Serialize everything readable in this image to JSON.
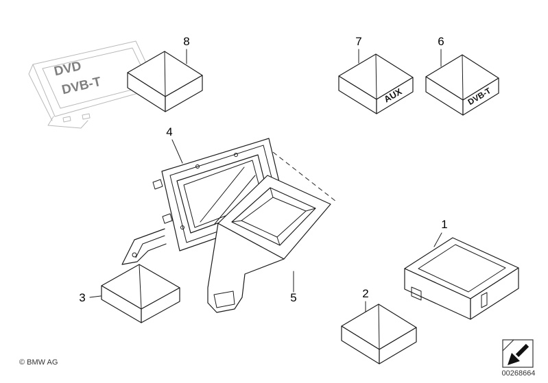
{
  "diagram": {
    "callouts": {
      "1": "1",
      "2": "2",
      "3": "3",
      "4": "4",
      "5": "5",
      "6": "6",
      "7": "7",
      "8": "8"
    },
    "labels": {
      "sketch_line1": "DVD",
      "sketch_line2": "DVB-T",
      "box7_text": "AUX",
      "box6_text": "DVB-T"
    },
    "footer": {
      "copyright": "© BMW AG",
      "drawing_number": "00268664"
    },
    "colors": {
      "line": "#1a1a1a",
      "sketch_line": "#b9b9b9",
      "background": "#ffffff"
    }
  }
}
